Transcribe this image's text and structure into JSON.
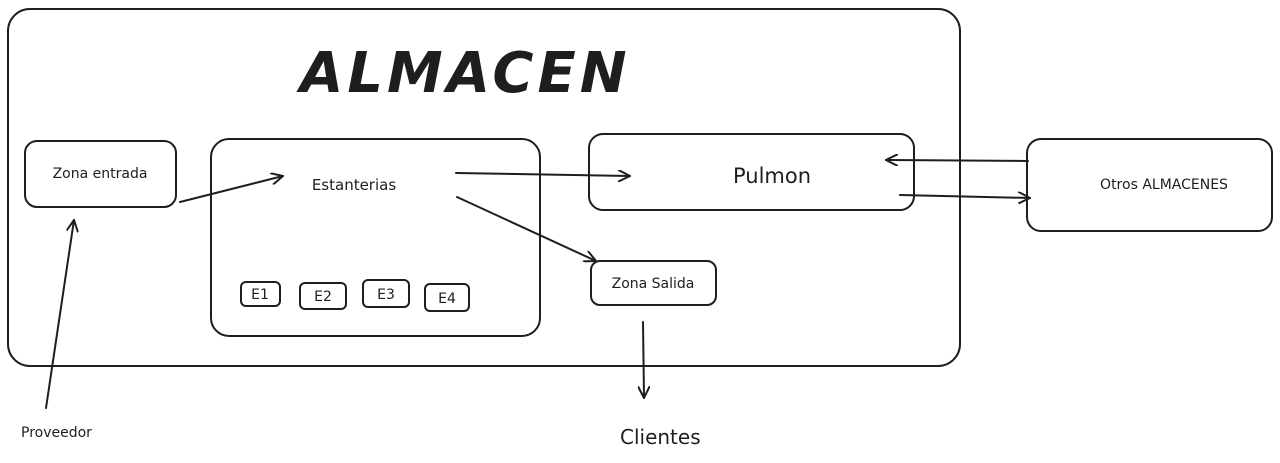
{
  "title": "ALMACEN",
  "nodes": {
    "zona_entrada": "Zona entrada",
    "estanterias": "Estanterias",
    "pulmon": "Pulmon",
    "zona_salida": "Zona Salida",
    "otros_almacenes": "Otros ALMACENES",
    "proveedor": "Proveedor",
    "clientes": "Clientes"
  },
  "shelves": [
    "E1",
    "E2",
    "E3",
    "E4"
  ]
}
